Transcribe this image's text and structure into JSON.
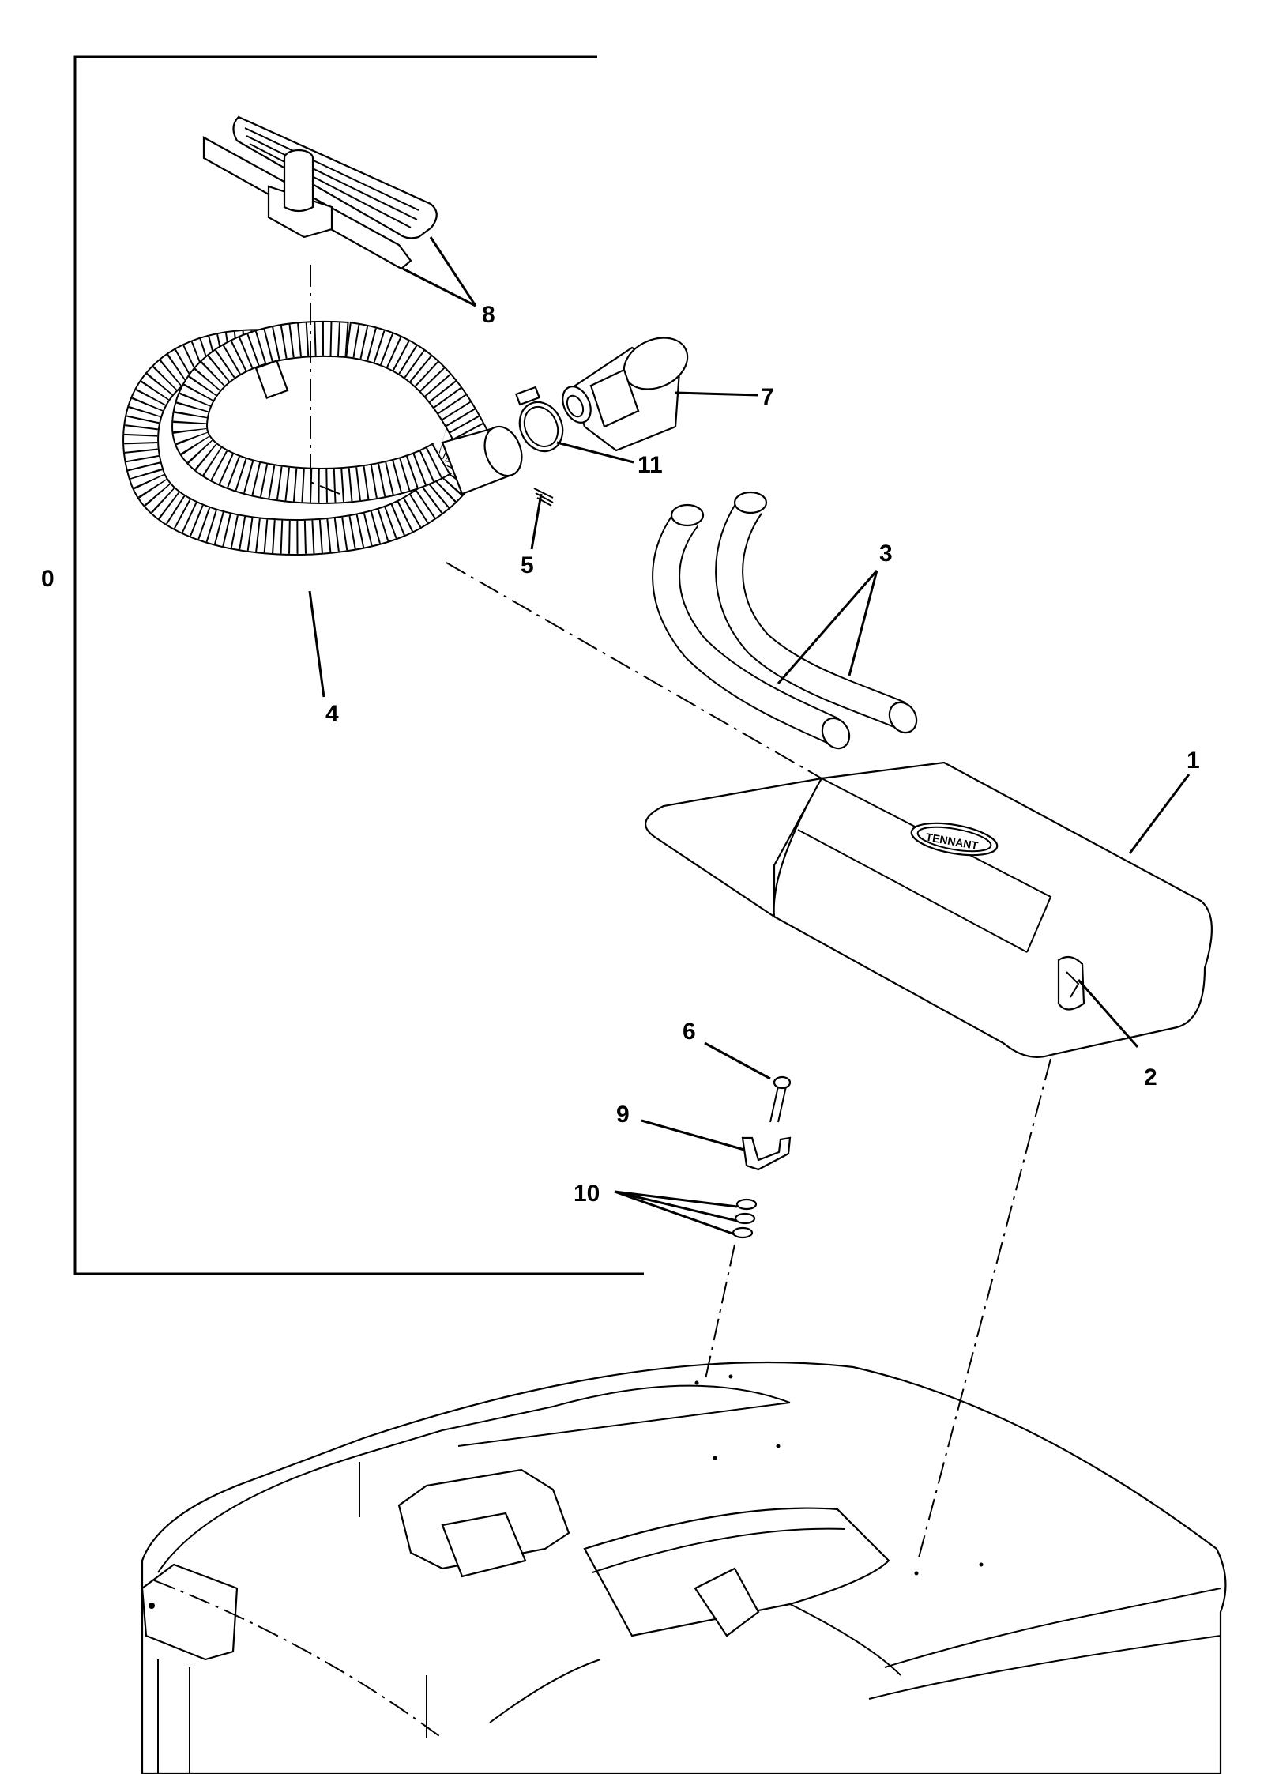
{
  "diagram": {
    "group_label": "0",
    "callouts": {
      "c1": "1",
      "c2": "2",
      "c3": "3",
      "c4": "4",
      "c5": "5",
      "c6": "6",
      "c7": "7",
      "c8": "8",
      "c9": "9",
      "c10": "10",
      "c11": "11"
    },
    "logo_text": "TENNANT"
  }
}
